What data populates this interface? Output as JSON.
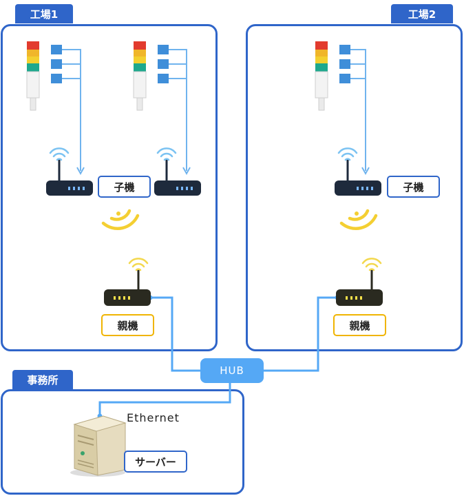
{
  "factory1": {
    "tab": "工場1",
    "child_label": "子機",
    "parent_label": "親機"
  },
  "factory2": {
    "tab": "工場2",
    "child_label": "子機",
    "parent_label": "親機"
  },
  "office": {
    "tab": "事務所",
    "ethernet": "Ethernet",
    "server_label": "サーバー"
  },
  "hub": {
    "label": "HUB"
  },
  "colors": {
    "panel_border": "#2f65c9",
    "parent_border": "#f0b400",
    "hub": "#55a8f5",
    "link_line": "#55a8f5"
  }
}
